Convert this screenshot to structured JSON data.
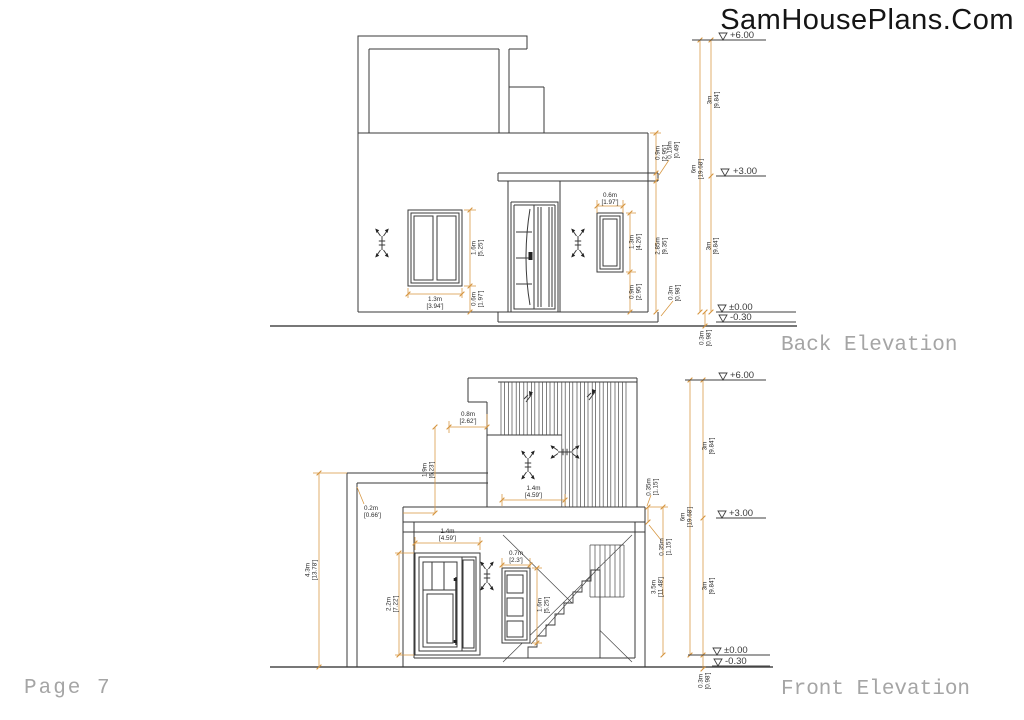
{
  "brand": "SamHousePlans.Com",
  "page_label": "Page 7",
  "colors": {
    "dimension_lines": "#D6953F",
    "drawing_lines": "#3a3a3a",
    "titles": "#a5a5a5"
  },
  "back_elevation": {
    "title": "Back Elevation",
    "levels": {
      "top": "+6.00",
      "mid": "+3.00",
      "zero": "±0.00",
      "below": "-0.30"
    },
    "dims": {
      "left_window_width": {
        "m": "1.3m",
        "ft": "[3.94']"
      },
      "left_window_height": {
        "m": "1.6m",
        "ft": "[5.25']"
      },
      "left_window_sill": {
        "m": "0.6m",
        "ft": "[1.97']"
      },
      "right_window_width": {
        "m": "0.6m",
        "ft": "[1.97']"
      },
      "right_window_height": {
        "m": "1.3m",
        "ft": "[4.26']"
      },
      "right_window_sill": {
        "m": "0.9m",
        "ft": "[2.95']"
      },
      "parapet_height": {
        "m": "0.9m",
        "ft": "[2.95']"
      },
      "canopy_thickness": {
        "m": "0.15m",
        "ft": "[0.49']"
      },
      "wall_height": {
        "m": "2.85m",
        "ft": "[9.35']"
      },
      "plinth_height": {
        "m": "0.3m",
        "ft": "[0.98']"
      },
      "total_height": {
        "m": "6m",
        "ft": "[19.68']"
      },
      "upper_storey": {
        "m": "3m",
        "ft": "[9.84']"
      },
      "lower_storey": {
        "m": "3m",
        "ft": "[9.84']"
      },
      "foundation_depth": {
        "m": "0.3m",
        "ft": "[0.98']"
      }
    }
  },
  "front_elevation": {
    "title": "Front Elevation",
    "levels": {
      "top": "+6.00",
      "mid": "+3.00",
      "zero": "±0.00",
      "below": "-0.30"
    },
    "dims": {
      "overall_left_height": {
        "m": "4.3m",
        "ft": "[13.78']"
      },
      "wall_thickness": {
        "m": "0.2m",
        "ft": "[0.66']"
      },
      "pergola_setback": {
        "m": "0.8m",
        "ft": "[2.62']"
      },
      "pergola_height": {
        "m": "1.9m",
        "ft": "[6.23']"
      },
      "pergola_opening": {
        "m": "1.4m",
        "ft": "[4.59']"
      },
      "door_width": {
        "m": "1.4m",
        "ft": "[4.59']"
      },
      "door_height": {
        "m": "2.2m",
        "ft": "[7.22']"
      },
      "window_width": {
        "m": "0.7m",
        "ft": "[2.3']"
      },
      "window_height": {
        "m": "1.6m",
        "ft": "[5.25']"
      },
      "beam_upper": {
        "m": "0.35m",
        "ft": "[1.15']"
      },
      "beam_lower": {
        "m": "0.35m",
        "ft": "[1.15']"
      },
      "ground_floor_height": {
        "m": "3.5m",
        "ft": "[11.48']"
      },
      "total_height": {
        "m": "6m",
        "ft": "[19.68']"
      },
      "upper_storey": {
        "m": "3m",
        "ft": "[9.84']"
      },
      "lower_storey": {
        "m": "3m",
        "ft": "[9.84']"
      },
      "foundation_depth": {
        "m": "0.3m",
        "ft": "[0.98']"
      }
    }
  }
}
